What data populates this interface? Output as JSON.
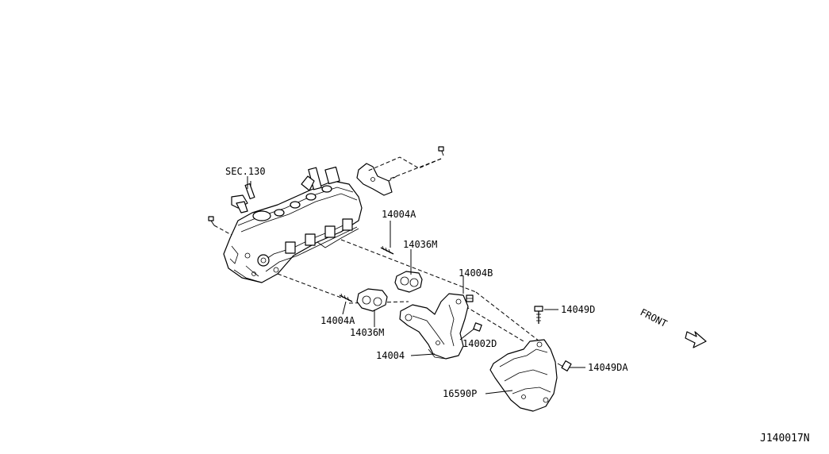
{
  "diagram_id": "J140017N",
  "front_label": "FRONT",
  "labels": {
    "sec_ref": "SEC.130",
    "stud_upper": "14004A",
    "gasket_upper": "14036M",
    "stud_b": "14004B",
    "bolt_d": "14049D",
    "stud_lower": "14004A",
    "gasket_lower": "14036M",
    "nut_d": "14002D",
    "manifold": "14004",
    "bolt_da": "14049DA",
    "heat_shield": "16590P"
  }
}
